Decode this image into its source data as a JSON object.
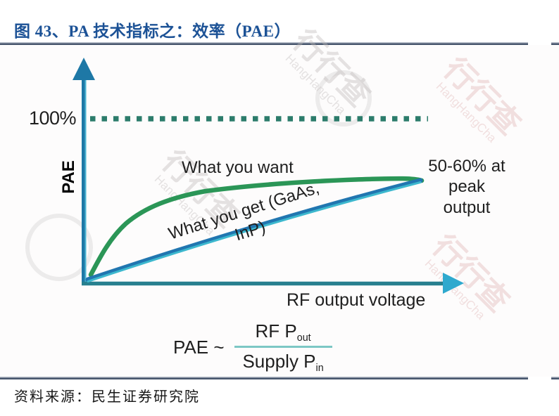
{
  "header": {
    "title": "图 43、PA 技术指标之：效率（PAE）",
    "title_color": "#1c5296",
    "rule_color": "#46556c"
  },
  "footer": {
    "source": "资料来源：民生证券研究院"
  },
  "figure": {
    "y_ref_label": "100%",
    "y_axis_label": "PAE",
    "x_axis_label": "RF output voltage",
    "want_label": "What you want",
    "get_label_line1": "What you get (GaAs,",
    "get_label_line2": "InP)",
    "peak_note_line1": "50-60% at",
    "peak_note_line2": "peak",
    "peak_note_line3": "output",
    "formula": {
      "lhs": "PAE ~",
      "numerator": "RF P",
      "numerator_sub": "out",
      "denominator": "Supply P",
      "denominator_sub": "in"
    },
    "colors": {
      "y_axis": "#1e78a6",
      "x_axis": "#27808f",
      "x_arrow": "#2fa9ce",
      "dashed_reference": "#2c7c6b",
      "want_curve": "#2b9657",
      "get_line_dark": "#2176b0",
      "get_line_light": "#3db8ce",
      "fraction_line": "#7cc7c5",
      "text": "#1f1f1f"
    }
  },
  "watermark": {
    "cn": "行行查",
    "latin": "HangHangCha"
  },
  "chart_data": {
    "type": "line",
    "title": "图 43、PA 技术指标之：效率（PAE）",
    "xlabel": "RF output voltage",
    "ylabel": "PAE",
    "ylim_percent": [
      0,
      110
    ],
    "grid": false,
    "reference_line": {
      "label": "100%",
      "value_percent": 100,
      "style": "dashed",
      "color": "#2c7c6b"
    },
    "x_normalized": [
      0,
      0.15,
      0.33,
      0.55,
      0.75,
      1.0
    ],
    "series": [
      {
        "name": "What you want",
        "color": "#2b9657",
        "style": "solid",
        "values_percent": [
          6,
          40,
          53,
          59,
          62,
          63
        ]
      },
      {
        "name": "What you get (GaAs, InP)",
        "color": "#2e9cbe",
        "style": "solid",
        "values_percent": [
          2,
          13,
          25,
          38,
          50,
          62
        ]
      }
    ],
    "annotations": [
      "50-60% at peak output"
    ],
    "formula": "PAE ~ RF Pout / Supply Pin"
  }
}
